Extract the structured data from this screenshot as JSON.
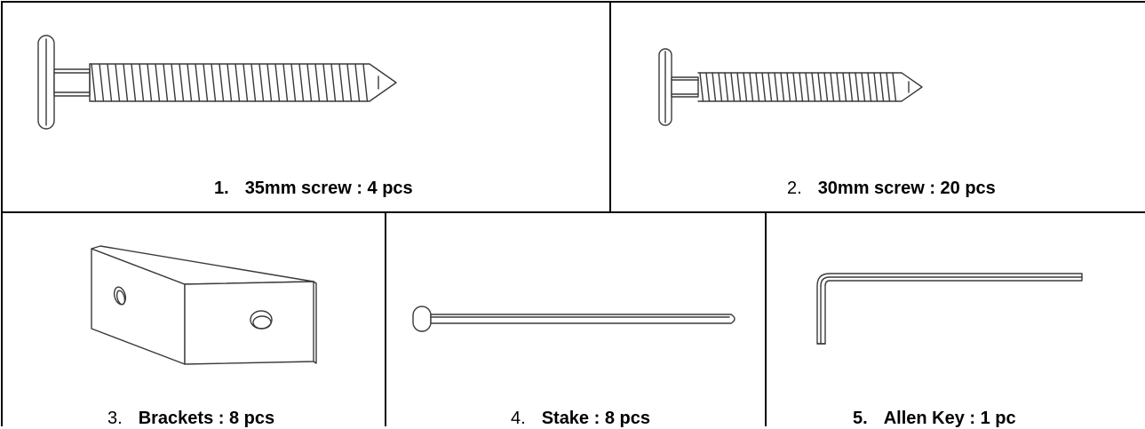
{
  "parts": [
    {
      "number": "1.",
      "label": "35mm screw : 4 pcs",
      "icon": "screw-35mm-icon"
    },
    {
      "number": "2.",
      "label": "30mm screw : 20 pcs",
      "icon": "screw-30mm-icon"
    },
    {
      "number": "3.",
      "label": "Brackets : 8 pcs",
      "icon": "bracket-icon"
    },
    {
      "number": "4.",
      "label": "Stake : 8 pcs",
      "icon": "stake-icon"
    },
    {
      "number": "5.",
      "label": "Allen Key : 1 pc",
      "icon": "allen-key-icon"
    }
  ]
}
